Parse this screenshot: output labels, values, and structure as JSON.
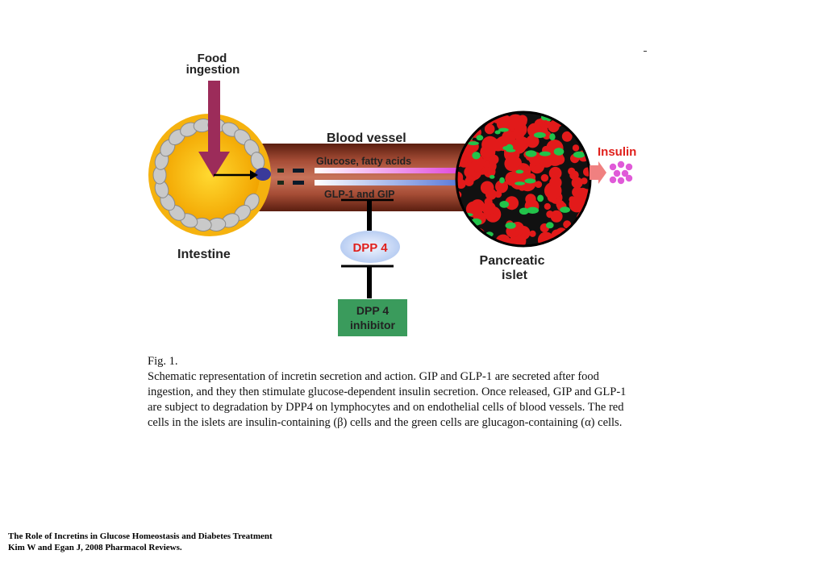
{
  "diagram": {
    "food_label_line1": "Food",
    "food_label_line2": "ingestion",
    "blood_vessel_label": "Blood vessel",
    "glucose_label": "Glucose, fatty acids",
    "glp_label": "GLP-1 and GIP",
    "insulin_label": "Insulin",
    "intestine_label": "Intestine",
    "dpp4_label": "DPP 4",
    "inhibitor_line1": "DPP 4",
    "inhibitor_line2": "inhibitor",
    "pancreatic_line1": "Pancreatic",
    "pancreatic_line2": "islet",
    "colors": {
      "food_arrow": "#9c2c5a",
      "vessel": "#8a3a25",
      "glucose_arrow": "#e04adc",
      "glp_arrow": "#5a7ad8",
      "islet_red": "#e21a1a",
      "islet_green": "#22c34a",
      "dpp4_text": "#e0201c",
      "inhibitor_box": "#3a9b5c",
      "insulin_text": "#e0201c",
      "insulin_dots": "#e05ad8"
    }
  },
  "caption": {
    "label": "Fig. 1.",
    "text": "Schematic representation of incretin secretion and action. GIP and GLP-1 are secreted after food ingestion, and they then stimulate glucose-dependent insulin secretion. Once released, GIP and GLP-1 are subject to degradation by DPP4 on lymphocytes and on endothelial cells of blood vessels. The red cells in the islets are insulin-containing (β) cells and the green cells are glucagon-containing (α) cells."
  },
  "footer": {
    "line1": "The Role of Incretins in Glucose Homeostasis and Diabetes Treatment",
    "line2": "Kim W and Egan J, 2008 Pharmacol Reviews."
  }
}
